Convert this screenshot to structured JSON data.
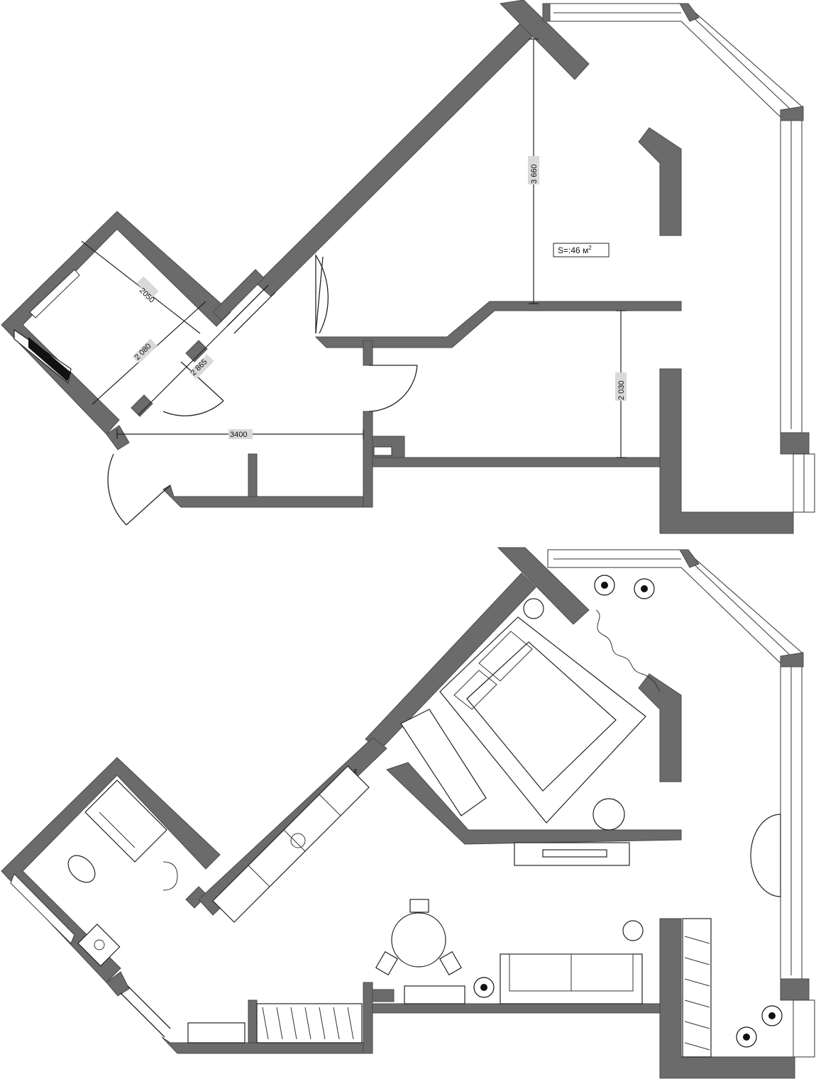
{
  "dimensions": {
    "bedroom_depth": "3 660",
    "living_depth": "2 030",
    "bath_width": "2050",
    "bath_length": "2 080",
    "hall_diagonal": "2 865",
    "hall_width": "3400"
  },
  "area": {
    "label": "S=:46 м",
    "unit_sup": "2"
  },
  "furniture_plan": {
    "kitchen_marker": "x"
  }
}
